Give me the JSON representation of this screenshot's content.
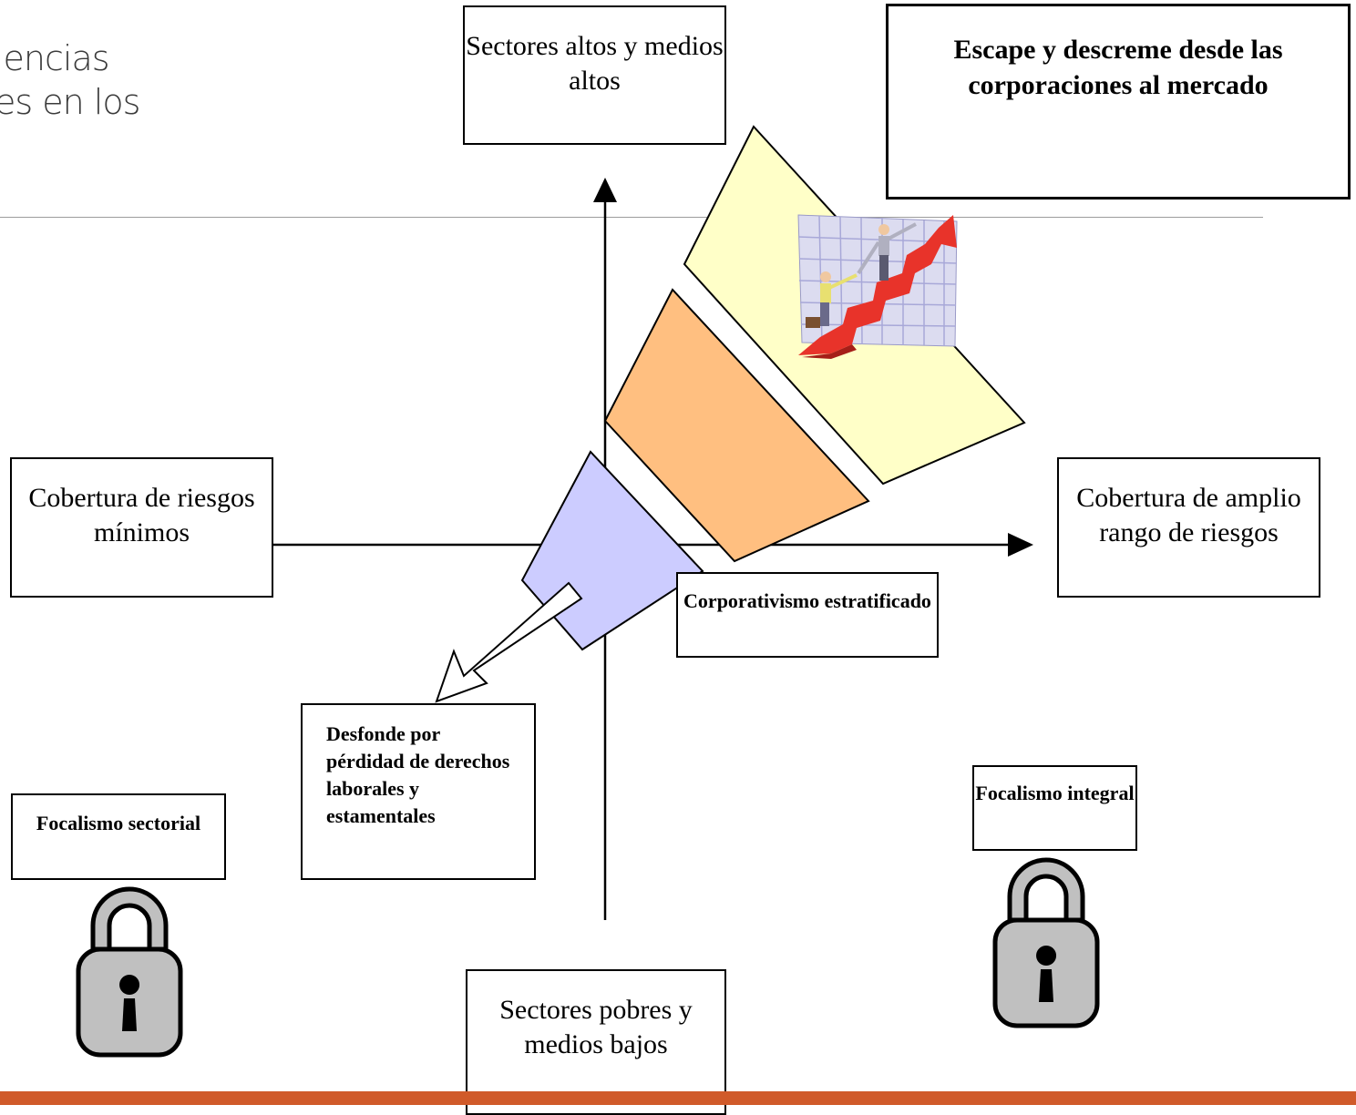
{
  "slide": {
    "title": "lencias\nes en los"
  },
  "axes": {
    "top_label": "Sectores altos y medios altos",
    "bottom_label": "Sectores pobres y medios bajos",
    "left_label": "Cobertura de riesgos mínimos",
    "right_label": "Cobertura de amplio rango de riesgos"
  },
  "regions": {
    "market": "Escape y descreme desde las corporaciones al mercado",
    "corporate": "Corporativismo estratificado",
    "collapse": "Desfonde por pérdidad de derechos laborales y estamentales"
  },
  "corners": {
    "sectorial": "Focalismo sectorial",
    "integral": "Focalismo integral"
  },
  "icons": {
    "lock": "padlock-icon",
    "clipart": "business-growth-clipart"
  },
  "colors": {
    "yellow": "#ffffc8",
    "orange": "#ffbf80",
    "lavender": "#ccccff",
    "accent_bar": "#d05a2a",
    "lock_gray": "#c0c0c0"
  }
}
